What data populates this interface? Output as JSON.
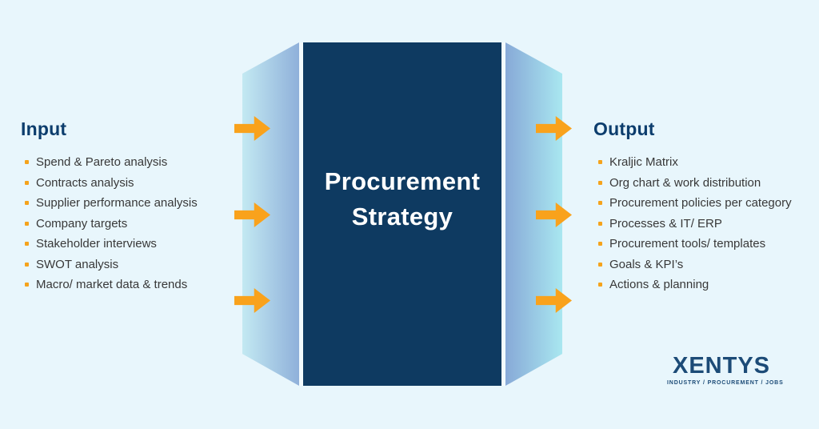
{
  "page": {
    "background_color": "#e8f6fc",
    "type": "procurement strategy input-output diagram"
  },
  "input_section": {
    "title": "Input",
    "items": [
      "Spend & Pareto analysis",
      "Contracts analysis",
      "Supplier performance analysis",
      "Company targets",
      "Stakeholder interviews",
      "SWOT analysis",
      "Macro/ market data & trends"
    ]
  },
  "center_box": {
    "title": "Procurement Strategy"
  },
  "output_section": {
    "title": "Output",
    "items": [
      "Kraljic Matrix",
      "Org chart & work distribution",
      "Procurement policies per category",
      "Processes & IT/ ERP",
      "Procurement tools/ templates",
      "Goals & KPI’s",
      "Actions & planning"
    ]
  },
  "logo": {
    "wordmark": "XENTYS",
    "tagline": "INDUSTRY / PROCUREMENT / JOBS"
  },
  "icons": {
    "arrow_right_icon": "orange block arrow (CSS clip-path)",
    "square_bullet_icon": "small orange square"
  },
  "colors": {
    "background": "#e8f6fc",
    "heading_navy": "#0c3d6d",
    "body_text": "#383838",
    "navy_box": "#0e3a61",
    "box_text": "#ffffff",
    "accent_orange_arrow": "#f9a21c",
    "accent_orange_bullet": "#f5a31c",
    "funnel_gradient_cyan": "#c3e9f2",
    "funnel_gradient_blue": "#8fb0da",
    "logo_navy": "#1c4b77",
    "box_gap_white": "#f2fafd"
  }
}
